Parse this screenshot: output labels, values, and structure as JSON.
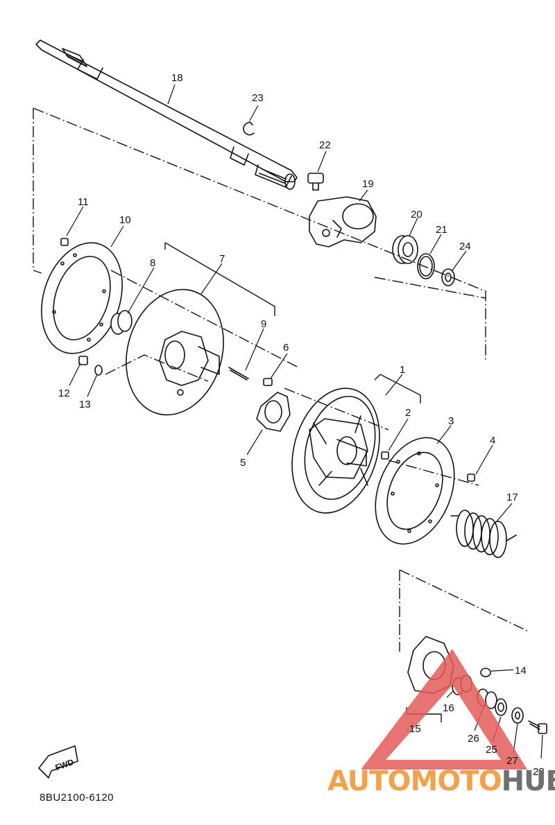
{
  "drawing_code": "8BU2100-6120",
  "fwd_label": "FWD",
  "watermark": {
    "part1": "AUTOMOTO",
    "part2": "HUB",
    "color1": "#f3a24a",
    "color2": "#6e7074",
    "logo_color": "#e45a5a"
  },
  "callouts": [
    "1",
    "2",
    "3",
    "4",
    "5",
    "6",
    "7",
    "8",
    "9",
    "10",
    "11",
    "12",
    "13",
    "14",
    "15",
    "16",
    "17",
    "18",
    "19",
    "20",
    "21",
    "22",
    "23",
    "24",
    "25",
    "26",
    "27",
    "28"
  ]
}
